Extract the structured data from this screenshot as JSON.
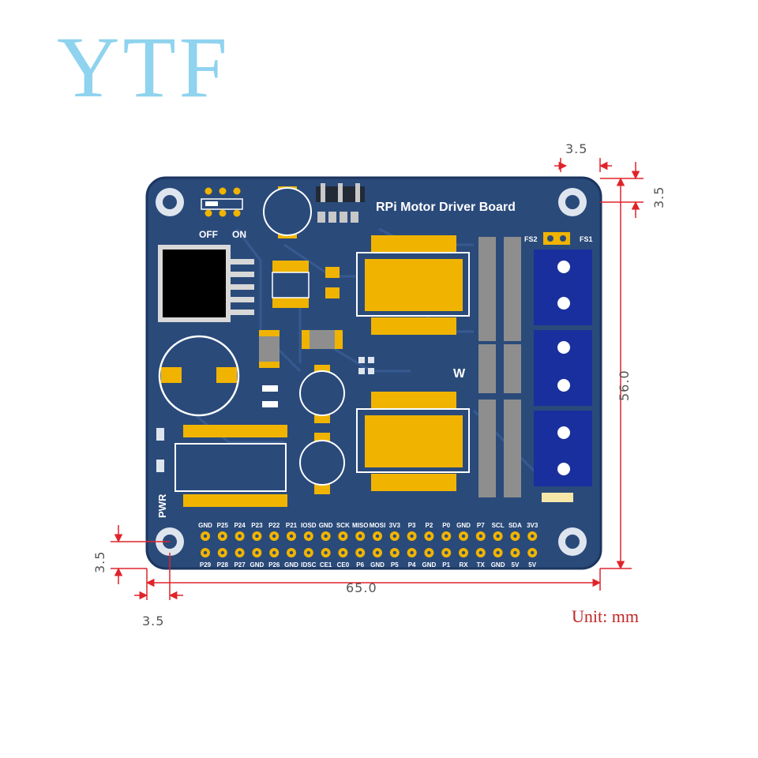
{
  "logo_text": "YTF",
  "unit_label": "Unit: mm",
  "board": {
    "title": "RPi Motor Driver Board",
    "switch_off": "OFF",
    "switch_on": "ON",
    "pwr_label": "PWR",
    "fuse_labels": [
      "FS2",
      "FS1"
    ],
    "top_header_labels": [
      "GND",
      "P25",
      "P24",
      "P23",
      "P22",
      "P21",
      "IOSD",
      "GND",
      "SCK",
      "MISO",
      "MOSI",
      "3V3",
      "P3",
      "P2",
      "P0",
      "GND",
      "P7",
      "SCL",
      "SDA",
      "3V3"
    ],
    "bottom_header_labels": [
      "P29",
      "P28",
      "P27",
      "GND",
      "P26",
      "GND",
      "IDSC",
      "CE1",
      "CE0",
      "P6",
      "GND",
      "P5",
      "P4",
      "GND",
      "P1",
      "RX",
      "TX",
      "GND",
      "5V",
      "5V"
    ]
  },
  "dimensions": {
    "top_hole_x": "3.5",
    "top_hole_y": "3.5",
    "height": "56.0",
    "bottom_hole_y": "3.5",
    "width": "65.0",
    "bottom_hole_x": "3.5"
  },
  "colors": {
    "pcb": "#2a4a7a",
    "trace": "#34588c",
    "gold": "#f0b400",
    "terminal": "#1a2f9e",
    "dimension_line": "#e0232a"
  }
}
